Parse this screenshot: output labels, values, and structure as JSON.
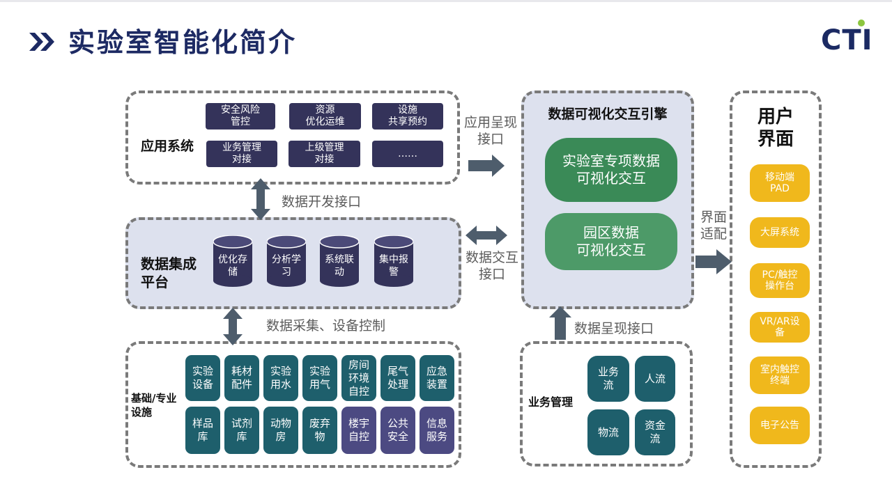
{
  "header": {
    "title": "实验室智能化简介",
    "logo_text": "CTI"
  },
  "app_system": {
    "label": "应用系统",
    "items": [
      "安全风险\n管控",
      "资源\n优化运维",
      "设施\n共享预约",
      "业务管理\n对接",
      "上级管理\n对接",
      "……"
    ]
  },
  "data_platform": {
    "label": "数据集成\n平台",
    "items": [
      "优化存\n储",
      "分析学\n习",
      "系统联\n动",
      "集中报\n警"
    ]
  },
  "infrastructure": {
    "label": "基础/专业\n设施",
    "row1": [
      "实验\n设备",
      "耗材\n配件",
      "实验\n用水",
      "实验\n用气",
      "房间\n环境\n自控",
      "尾气\n处理",
      "应急\n装置"
    ],
    "row2": [
      "样品\n库",
      "试剂\n库",
      "动物\n房",
      "废弃\n物",
      "楼宇\n自控",
      "公共\n安全",
      "信息\n服务"
    ]
  },
  "engine": {
    "title": "数据可视化交互引擎",
    "items": [
      "实验室专项数据\n可视化交互",
      "园区数据\n可视化交互"
    ]
  },
  "business": {
    "label": "业务管理",
    "items": [
      "业务\n流",
      "人流",
      "物流",
      "资金\n流"
    ]
  },
  "user_interface": {
    "title": "用户\n界面",
    "items": [
      "移动端\nPAD",
      "大屏系统",
      "PC/触控\n操作台",
      "VR/AR设\n备",
      "室内触控\n终端",
      "电子公告"
    ]
  },
  "connectors": {
    "app_presentation": "应用呈现\n接口",
    "data_dev": "数据开发接口",
    "data_interaction": "数据交互\n接口",
    "collection_control": "数据采集、设备控制",
    "data_presentation": "数据呈现接口",
    "ui_adaptation": "界面\n适配"
  },
  "colors": {
    "title": "#1d2a63",
    "dark_button": "#34335a",
    "teal": "#1e5f6c",
    "purple": "#4c4a82",
    "green_1": "#3a8a57",
    "green_2": "#4d9a68",
    "orange": "#f0b81c",
    "arrow": "#4e5d6c",
    "panel_shade": "#dde1ee"
  }
}
